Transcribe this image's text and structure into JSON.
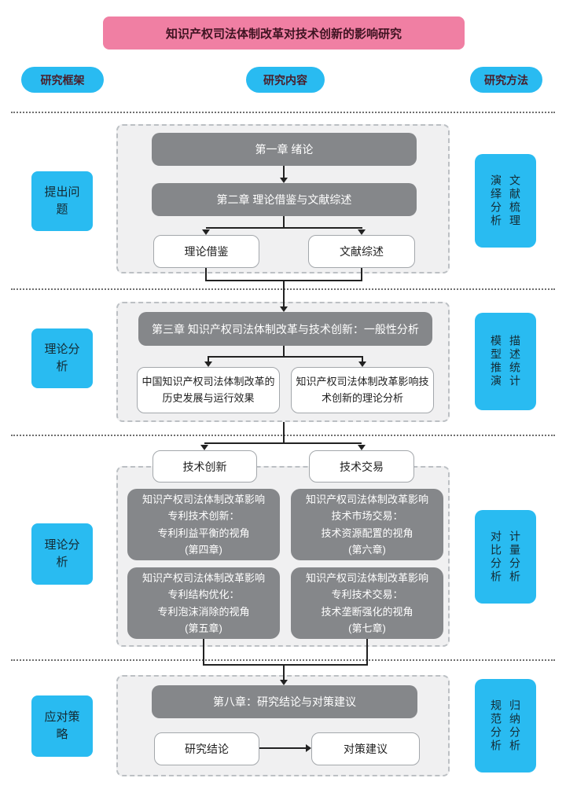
{
  "title": "知识产权司法体制改革对技术创新的影响研究",
  "column_headers": {
    "framework": "研究框架",
    "content": "研究内容",
    "method": "研究方法"
  },
  "sections": {
    "s1": {
      "frame_label": "提出问题",
      "chapter1": "第一章 绪论",
      "chapter2": "第二章 理论借鉴与文献综述",
      "sub_left": "理论借鉴",
      "sub_right": "文献综述",
      "methods": [
        "文献梳理",
        "演绎分析"
      ]
    },
    "s2": {
      "frame_label": "理论分析",
      "chapter3": "第三章 知识产权司法体制改革与技术创新：一般性分析",
      "sub_left": "中国知识产权司法体制改革的\n历史发展与运行效果",
      "sub_right": "知识产权司法体制改革影响技\n术创新的理论分析",
      "methods": [
        "描述统计",
        "模型推演"
      ]
    },
    "s3": {
      "frame_label": "理论分析",
      "branch_left": "技术创新",
      "branch_right": "技术交易",
      "box_tl": "知识产权司法体制改革影响\n专利技术创新：\n专利利益平衡的视角\n(第四章)",
      "box_tr": "知识产权司法体制改革影响\n技术市场交易：\n技术资源配置的视角\n(第六章)",
      "box_bl": "知识产权司法体制改革影响\n专利结构优化：\n专利泡沫消除的视角\n(第五章)",
      "box_br": "知识产权司法体制改革影响\n专利技术交易：\n技术垄断强化的视角\n(第七章)",
      "methods": [
        "计量分析",
        "对比分析"
      ]
    },
    "s4": {
      "frame_label": "应对策略",
      "chapter8": "第八章：研究结论与对策建议",
      "sub_left": "研究结论",
      "sub_right": "对策建议",
      "methods": [
        "归纳分析",
        "规范分析"
      ]
    }
  },
  "accent_colors": {
    "banner_pink": "#F07FA3",
    "cyan": "#29BBF1",
    "dark_box_grey": "#85878A",
    "panel_grey": "#F0F0F1"
  }
}
